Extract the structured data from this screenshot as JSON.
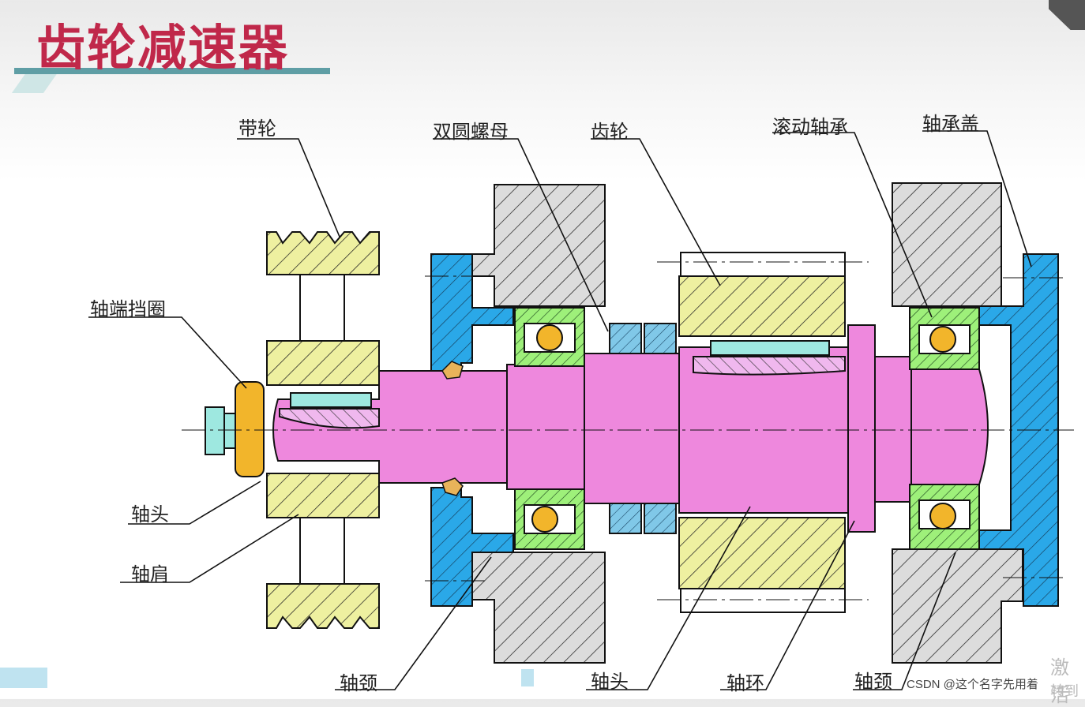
{
  "title": "齿轮减速器",
  "labels": {
    "belt_pulley": "带轮",
    "double_round_nut": "双圆螺母",
    "gear": "齿轮",
    "rolling_bearing": "滚动轴承",
    "bearing_cover": "轴承盖",
    "shaft_end_retaining_ring": "轴端挡圈",
    "shaft_head_left": "轴头",
    "shaft_shoulder": "轴肩",
    "journal_left": "轴颈",
    "shaft_head_center": "轴头",
    "shaft_collar": "轴环",
    "journal_right": "轴颈"
  },
  "watermark": "CSDN @这个名字先用着",
  "activation_line1": "激活",
  "activation_line2": "转到",
  "colors": {
    "title": "#c0284a",
    "shaft": "#ee88dd",
    "pulley": "#eef0a0",
    "bearing_race": "#9ef07a",
    "cover": "#2aa8e8",
    "housing": "#dcdcdc",
    "nut": "#80c8e8",
    "key": "#9ee8e0",
    "washer": "#f2b52b"
  }
}
